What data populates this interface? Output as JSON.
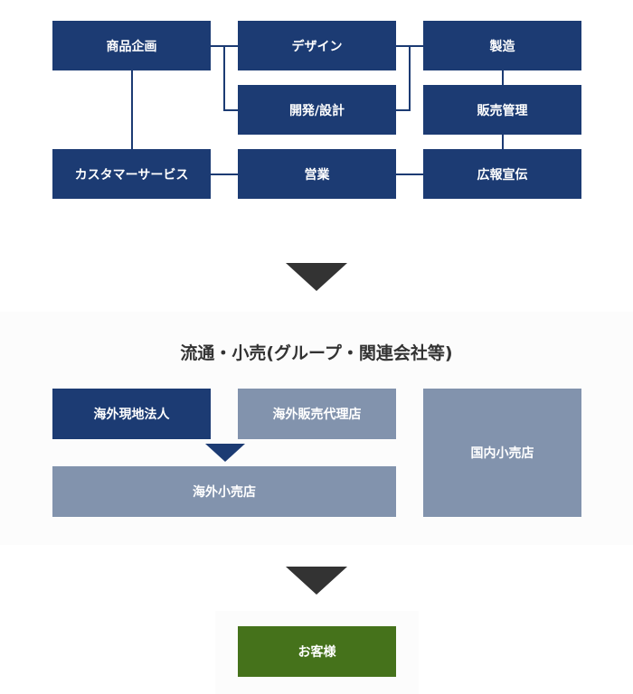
{
  "company": {
    "product_planning": "商品企画",
    "design": "デザイン",
    "development": "開発/設計",
    "manufacturing": "製造",
    "sales_management": "販売管理",
    "customer_service": "カスタマーサービス",
    "sales": "営業",
    "advertising": "広報宣伝"
  },
  "distribution": {
    "title": "流通・小売(グループ・関連会社等)",
    "overseas_subsidiary": "海外現地法人",
    "overseas_distributor": "海外販売代理店",
    "overseas_retailer": "海外小売店",
    "domestic_retailer": "国内小売店"
  },
  "customer": {
    "label": "お客様"
  },
  "colors": {
    "dark_box": "#1c3b73",
    "light_box": "#8293ad",
    "customer_box": "#45721b",
    "arrow": "#333333"
  }
}
